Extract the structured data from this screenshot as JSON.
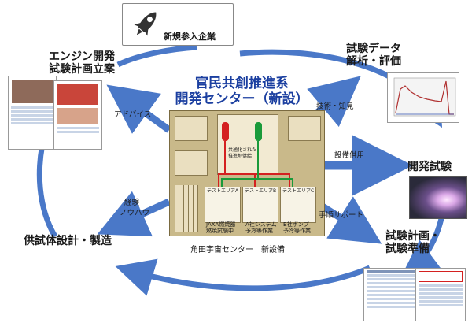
{
  "center": {
    "title_line1": "官民共創推進系",
    "title_line2": "開発センター（新設）",
    "facility_caption": "角田宇宙センター　新設備"
  },
  "new_entrants": {
    "label": "新規参入企業",
    "icon": "rocket-icon"
  },
  "stages": {
    "engine_planning": {
      "line1": "エンジン開発",
      "line2": "試験計画立案"
    },
    "data_analysis": {
      "line1": "試験データ",
      "line2": "解析・評価"
    },
    "dev_test": {
      "label": "開発試験"
    },
    "test_prep": {
      "line1": "試験計画・",
      "line2": "試験準備"
    },
    "fabrication": {
      "label": "供試体設計・製造"
    }
  },
  "arrow_labels": {
    "advice": "アドバイス",
    "tech_knowhow": "技術・知見",
    "equipment": "設備供用",
    "procedure": "手順サポート",
    "experience_line1": "経験",
    "experience_line2": "ノウハウ"
  },
  "floorplan": {
    "shared_feed_line1": "共通化された",
    "shared_feed_line2": "推進剤供給",
    "area_a": "テストエリアA",
    "area_b": "テストエリアB",
    "area_c": "テストエリアC",
    "jaxa_line1": "JAXA燃焼器",
    "jaxa_line2": "燃焼試験中",
    "company_a_line1": "A社システム",
    "company_a_line2": "予冷等作業",
    "company_b_line1": "B社ポンプ",
    "company_b_line2": "予冷等作業"
  },
  "colors": {
    "cycle_arrow": "#4a78c8",
    "center_title": "#1b3fa0",
    "feed_red": "#d42020",
    "feed_green": "#1a9a3a",
    "floor_tan": "#c9b98a"
  }
}
